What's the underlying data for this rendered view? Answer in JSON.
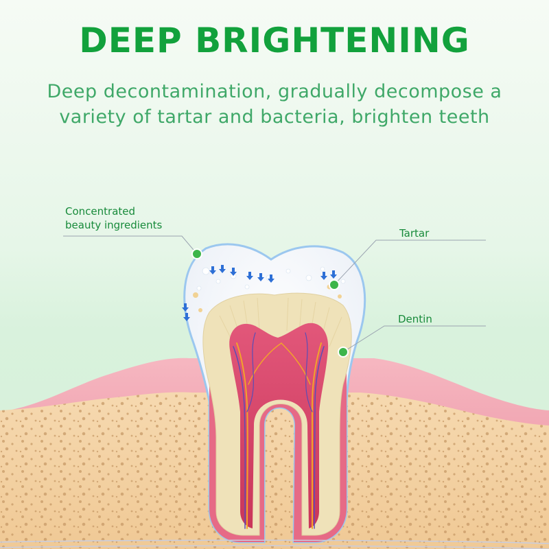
{
  "header": {
    "title": "DEEP BRIGHTENING",
    "subtitle_lines": [
      "Deep decontamination, gradually decompose a",
      "variety of tartar and bacteria, brighten teeth"
    ]
  },
  "callouts": {
    "ingredients": {
      "lines": [
        "Concentrated",
        "beauty ingredients"
      ]
    },
    "tartar": {
      "label": "Tartar"
    },
    "dentin": {
      "label": "Dentin"
    }
  },
  "colors": {
    "title": "#12a13c",
    "subtitle": "#3fa868",
    "callout_dot": "#3db54a",
    "gum": "#ee9aa6",
    "bone": "#f3d3a6",
    "dentin": "#efe2b9",
    "pulp": "#d94a6a"
  }
}
